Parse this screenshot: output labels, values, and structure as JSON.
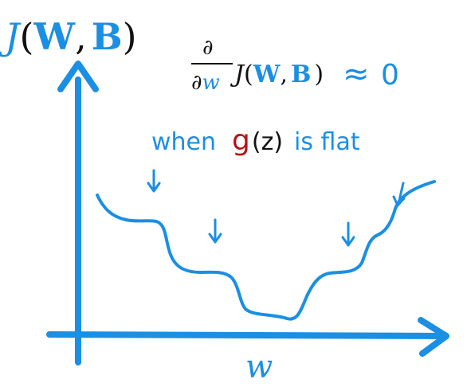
{
  "colors": {
    "blue": "#1a8fe3",
    "black": "#111111",
    "red": "#b01818",
    "background": "#ffffff"
  },
  "y_axis_label": {
    "func": "J",
    "open_paren": "(",
    "w": "W",
    "comma": ",",
    "b": "B",
    "close_paren": ")"
  },
  "x_axis_label": "w",
  "derivative": {
    "numerator": "∂",
    "denominator_partial": "∂",
    "denominator_var": "w",
    "func": "J",
    "open_paren": "(",
    "w": "W",
    "comma": ",",
    "b": "B",
    "close_paren": ")",
    "approx": "≈",
    "zero": "0"
  },
  "note": {
    "when": "when",
    "g": "g",
    "z": "(z)",
    "rest": "is flat"
  }
}
